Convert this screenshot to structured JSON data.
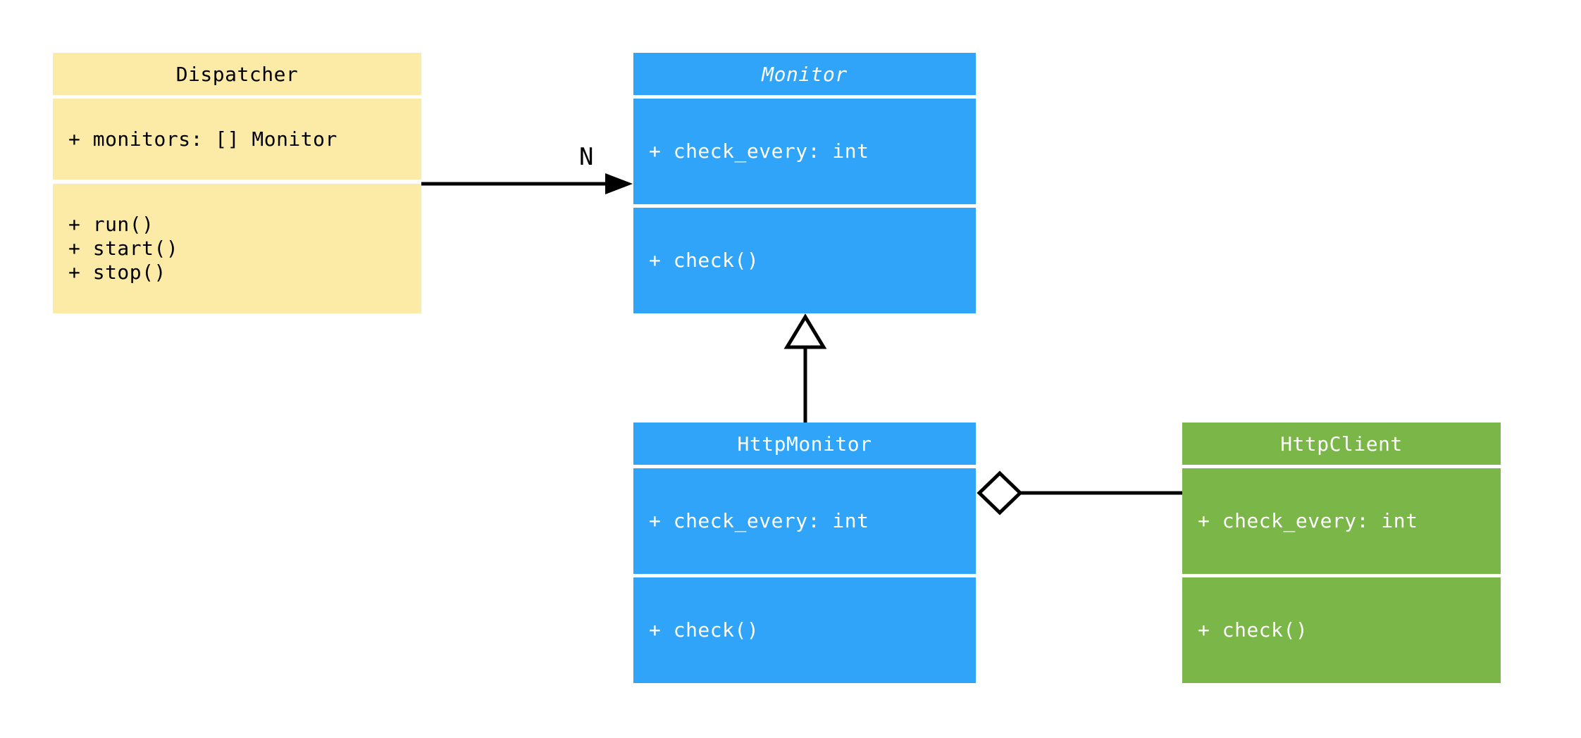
{
  "diagram": {
    "kind": "uml-class-diagram",
    "classes": {
      "dispatcher": {
        "name": "Dispatcher",
        "abstract": false,
        "attributes": [
          "+ monitors: [] Monitor"
        ],
        "methods": [
          "+ run()",
          "+ start()",
          "+ stop()"
        ],
        "fill_color": "#FCEBA6",
        "text_color": "#000000"
      },
      "monitor": {
        "name": "Monitor",
        "abstract": true,
        "attributes": [
          "+ check_every: int"
        ],
        "methods": [
          "+ check()"
        ],
        "fill_color": "#2FA4F9",
        "text_color": "#FFFFFF"
      },
      "http_monitor": {
        "name": "HttpMonitor",
        "abstract": false,
        "attributes": [
          "+ check_every: int"
        ],
        "methods": [
          "+ check()"
        ],
        "fill_color": "#2FA4F9",
        "text_color": "#FFFFFF"
      },
      "http_client": {
        "name": "HttpClient",
        "abstract": false,
        "attributes": [
          "+ check_every: int"
        ],
        "methods": [
          "+ check()"
        ],
        "fill_color": "#7AB648",
        "text_color": "#FFFFFF"
      }
    },
    "relationships": [
      {
        "from": "Dispatcher",
        "to": "Monitor",
        "type": "directed-association",
        "arrowhead": "filled-arrow",
        "multiplicity_label": "N"
      },
      {
        "from": "HttpMonitor",
        "to": "Monitor",
        "type": "generalization",
        "arrowhead": "hollow-triangle",
        "multiplicity_label": ""
      },
      {
        "from": "HttpMonitor",
        "to": "HttpClient",
        "type": "aggregation",
        "arrowhead": "hollow-diamond",
        "multiplicity_label": ""
      }
    ],
    "line_color": "#000000",
    "background_color": "#FFFFFF"
  }
}
